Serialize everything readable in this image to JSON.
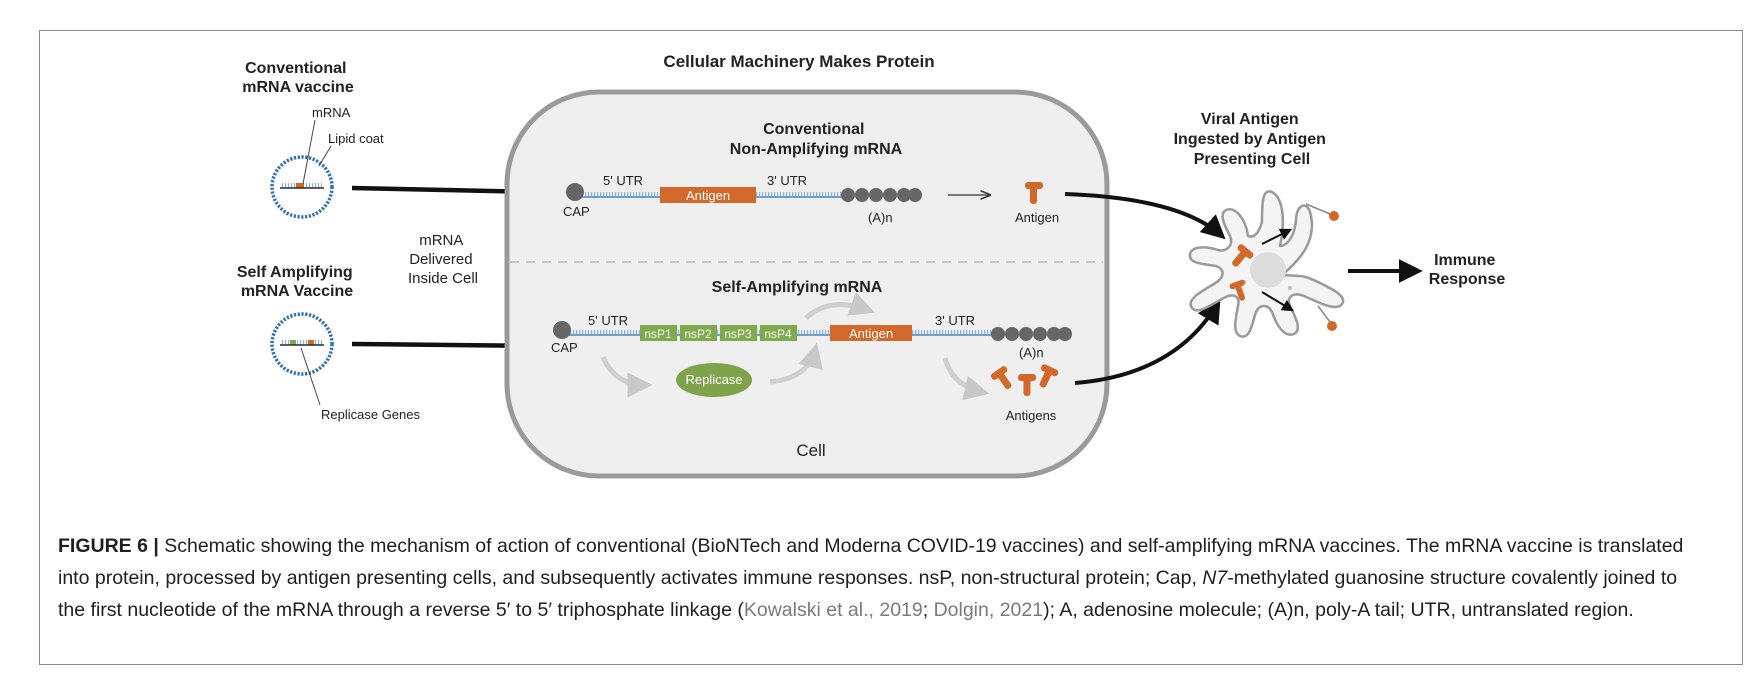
{
  "diagram": {
    "conventional_vaccine_title": [
      "Conventional",
      "mRNA vaccine"
    ],
    "mrna_label": "mRNA",
    "lipid_coat_label": "Lipid coat",
    "self_amplifying_vaccine_title": [
      "Self Amplifying",
      "mRNA Vaccine"
    ],
    "replicase_genes_label": "Replicase Genes",
    "cellular_machinery_title": "Cellular Machinery Makes Protein",
    "delivered_label": [
      "mRNA",
      "Delivered",
      "Inside Cell"
    ],
    "conventional_title": [
      "Conventional",
      "Non-Amplifying mRNA"
    ],
    "self_amplifying_title": "Self-Amplifying mRNA",
    "utr5_label": "5' UTR",
    "utr3_label": "3' UTR",
    "cap_label": "CAP",
    "antigen_box_label": "Antigen",
    "polya_label": "(A)n",
    "antigen_label": "Antigen",
    "antigens_label": "Antigens",
    "nsp_labels": [
      "nsP1",
      "nsP2",
      "nsP3",
      "nsP4"
    ],
    "replicase_label": "Replicase",
    "cell_label": "Cell",
    "apc_title": [
      "Viral Antigen",
      "Ingested by Antigen",
      "Presenting Cell"
    ],
    "immune_response_label": [
      "Immune",
      "Response"
    ],
    "colors": {
      "antigen": "#d2692a",
      "nsp": "#7faa4d",
      "replicase": "#7fa34a",
      "cell_border": "#9a9a9a",
      "cell_fill": "#efefef",
      "vesicle": "#2f6fb5",
      "polya": "#666666"
    }
  },
  "caption": {
    "figure_label": "FIGURE 6 |",
    "text_part1": " Schematic showing the mechanism of action of conventional (BioNTech and Moderna COVID-19 vaccines) and self-amplifying mRNA vaccines. The mRNA vaccine is translated into protein, processed by antigen presenting cells, and subsequently activates immune responses. nsP, non-structural protein; Cap, ",
    "n7_italic": "N7",
    "text_part2": "-methylated guanosine structure covalently joined to the first nucleotide of the mRNA through a reverse 5′ to 5′ triphosphate linkage (",
    "cite1": "Kowalski et al., 2019",
    "sep": "; ",
    "cite2": "Dolgin, 2021",
    "text_part3": "); A, adenosine molecule; (A)n, poly-A tail; UTR, untranslated region."
  }
}
